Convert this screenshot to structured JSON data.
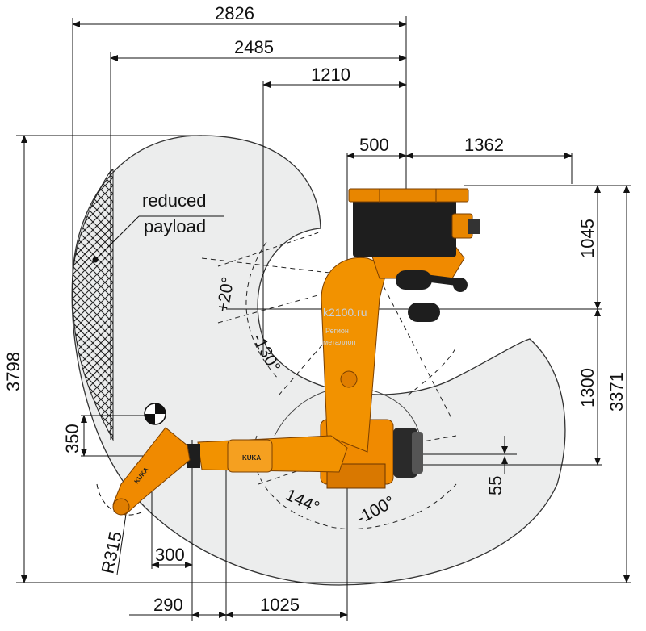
{
  "colors": {
    "robot_orange": "#f08a00",
    "robot_dark": "#1d1d1d",
    "envelope_fill": "#eceded",
    "line": "#111111"
  },
  "dimensions": {
    "top_2826": "2826",
    "top_2485": "2485",
    "top_1210": "1210",
    "top_500": "500",
    "top_1362": "1362",
    "right_1045": "1045",
    "right_1300": "1300",
    "right_3371": "3371",
    "right_55": "55",
    "left_3798": "3798",
    "left_350": "350",
    "bottom_290": "290",
    "bottom_1025": "1025",
    "bottom_300": "300",
    "radius_r315": "R315"
  },
  "angles": {
    "plus_20": "+20°",
    "minus_130": "-130°",
    "plus_144": "144°",
    "minus_100": "-100°"
  },
  "annotation": {
    "line1": "reduced",
    "line2": "payload"
  },
  "watermark": {
    "site": "k2100.ru",
    "line1": "Регион",
    "line2": "металлоп"
  },
  "robot_text": {
    "brand_forearm": "KUKA",
    "brand_wrist": "KUKA"
  },
  "icons": {
    "tcp_marker": "target-quadrant-icon"
  }
}
